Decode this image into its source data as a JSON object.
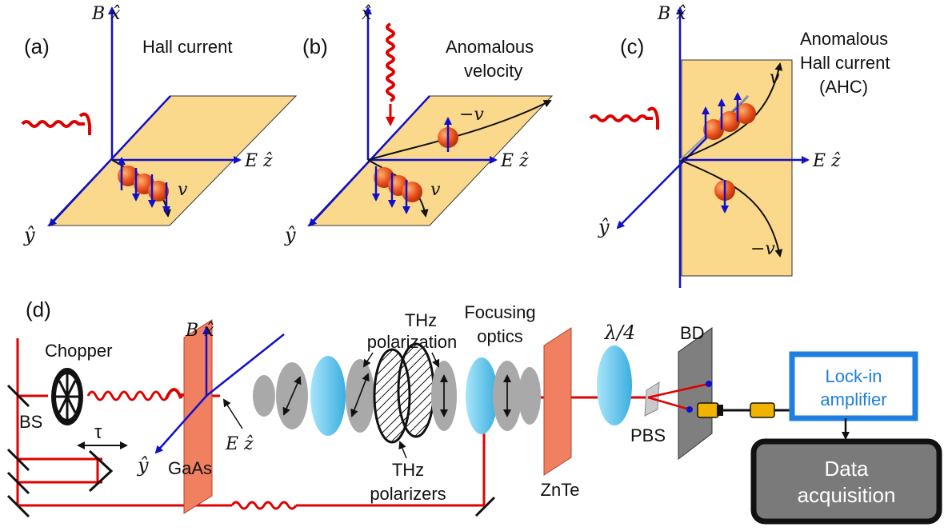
{
  "panels": {
    "a": {
      "tag": "(a)",
      "title": "Hall current",
      "axis_x": "B x̂",
      "axis_z": "E ẑ",
      "axis_y": "ŷ",
      "v": "v"
    },
    "b": {
      "tag": "(b)",
      "title_line1": "Anomalous",
      "title_line2": "velocity",
      "axis_x": "x̂",
      "axis_z": "E ẑ",
      "axis_y": "ŷ",
      "v": "v",
      "neg_v": "−v"
    },
    "c": {
      "tag": "(c)",
      "title_line1": "Anomalous",
      "title_line2": "Hall current",
      "title_line3": "(AHC)",
      "axis_x": "B x̂",
      "axis_z": "E ẑ",
      "axis_y": "ŷ",
      "v": "v",
      "neg_v": "−v"
    },
    "d": {
      "tag": "(d)",
      "chopper": "Chopper",
      "bs": "BS",
      "tau": "τ",
      "gaas": "GaAs",
      "axis_x": "B x̂",
      "axis_z": "E ẑ",
      "axis_y": "ŷ",
      "thz_polarization_1": "THz",
      "thz_polarization_2": "polarization",
      "thz_polarizers_1": "THz",
      "thz_polarizers_2": "polarizers",
      "focusing_1": "Focusing",
      "focusing_2": "optics",
      "znte": "ZnTe",
      "quarter_wave": "λ/4",
      "bd": "BD",
      "pbs": "PBS",
      "lockin_1": "Lock-in",
      "lockin_2": "amplifier",
      "daq_1": "Data",
      "daq_2": "acquisition"
    }
  },
  "colors": {
    "axis": "#1010cc",
    "plane_fill": "#fbd98c",
    "laser": "#e00000",
    "sphere": "#e8501a",
    "lockin_border": "#1e7fe0",
    "daq_fill": "#7a7a7a",
    "lens_blue": "#5cc6ec",
    "plate_grey": "#a9a9a9",
    "crystal": "#f08060"
  }
}
